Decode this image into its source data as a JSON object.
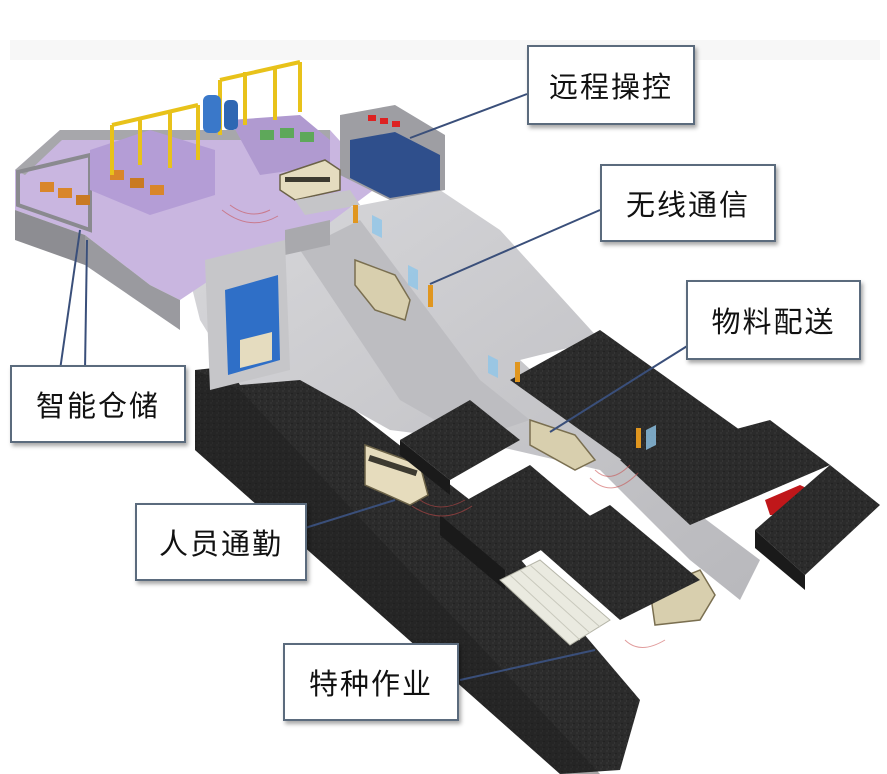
{
  "labels": {
    "remote_control": "远程操控",
    "wireless_comm": "无线通信",
    "material_delivery": "物料配送",
    "smart_storage": "智能仓储",
    "personnel_commute": "人员通勤",
    "special_operation": "特种作业"
  },
  "colors": {
    "road_dark": "#2a2a2a",
    "slope": "#c9c9cc",
    "plaza": "#c9b6e0",
    "vehicle": "#d8cfae",
    "crane": "#e8c21a",
    "callout_border": "#5b6b7d"
  }
}
